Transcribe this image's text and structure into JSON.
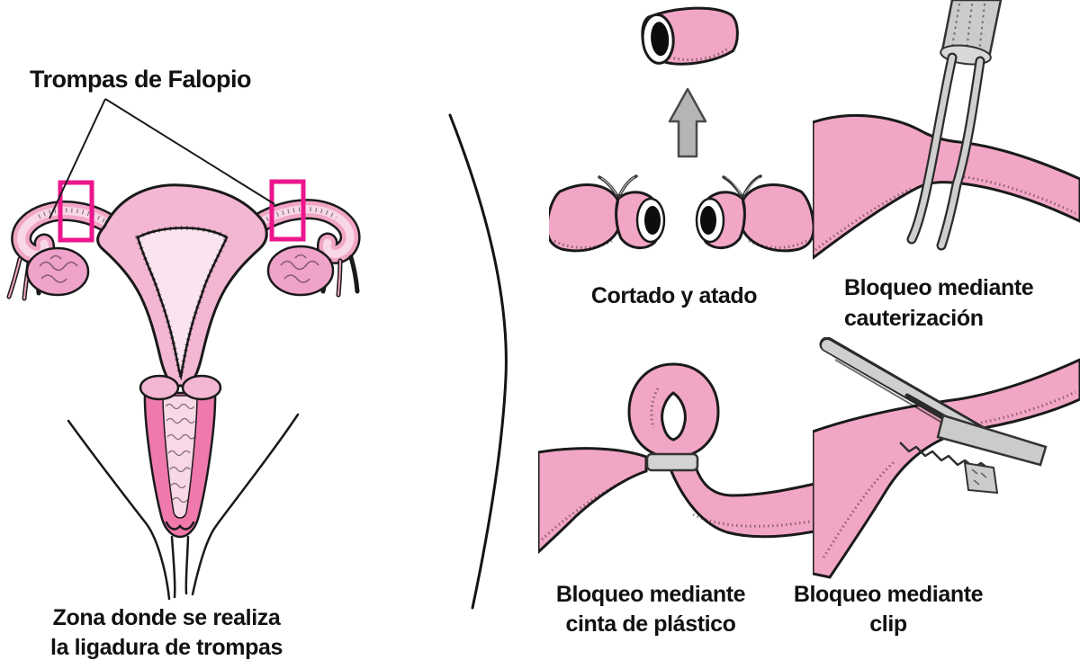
{
  "figure": {
    "title": "Trompas de Falopio",
    "zone_caption": {
      "line1": "Zona donde se realiza",
      "line2": "la ligadura de trompas"
    },
    "methods": {
      "cut_tied": {
        "label": "Cortado y atado"
      },
      "cauterization": {
        "label_line1": "Bloqueo mediante",
        "label_line2": "cauterización"
      },
      "plastic_band": {
        "label_line1": "Bloqueo mediante",
        "label_line2": "cinta de plástico"
      },
      "clip": {
        "label_line1": "Bloqueo mediante",
        "label_line2": "clip"
      }
    }
  },
  "colors": {
    "tube_pink": "#F2A6C5",
    "tube_light": "#F8D7E6",
    "uterus_wall": "#F3B6D3",
    "cavity_light": "#FAE4EF",
    "ovary_pink": "#F0A3CA",
    "vagina_pink": "#EF78AC",
    "magenta": "#EC168C",
    "instrument_gray": "#CBCBCB",
    "instrument_dark": "#333333",
    "arrow_gray": "#B5B5B5",
    "band_gray": "#D3D3D3",
    "ink": "#1A1A1A",
    "text_ink": "#111111"
  }
}
